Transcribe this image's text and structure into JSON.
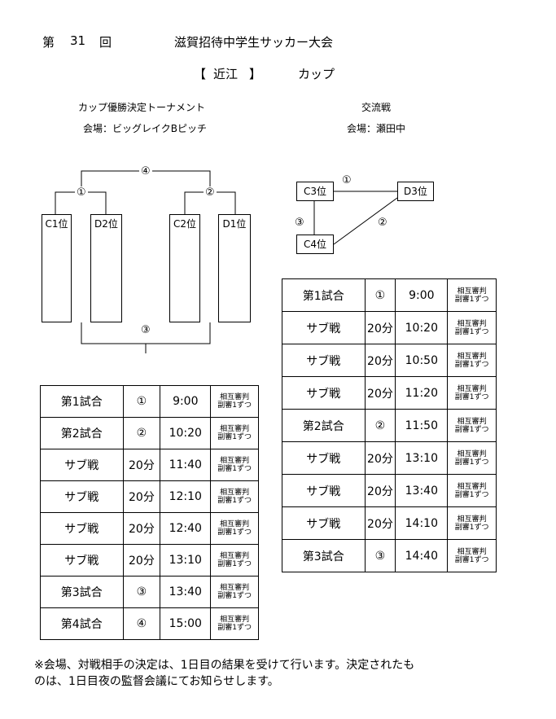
{
  "header": {
    "edition_prefix": "第",
    "edition_number": "31",
    "edition_suffix": "回",
    "event_title": "滋賀招待中学生サッカー大会",
    "group_open": "【",
    "group_name": "近江",
    "group_close": "】",
    "cup_label": "カップ"
  },
  "tournament": {
    "title": "カップ優勝決定トーナメント",
    "venue": "会場：ビッグレイクBピッチ",
    "teams": [
      "C1位",
      "D2位",
      "C2位",
      "D1位"
    ],
    "match_marks": {
      "m1": "①",
      "m2": "②",
      "m3": "③",
      "m4": "④"
    }
  },
  "exchange": {
    "title": "交流戦",
    "venue": "会場：瀬田中",
    "teams": {
      "c3": "C3位",
      "d3": "D3位",
      "c4": "C4位"
    },
    "match_marks": {
      "m1": "①",
      "m2": "②",
      "m3": "③"
    }
  },
  "left_schedule": [
    {
      "name": "第1試合",
      "mark": "①",
      "time": "9:00",
      "ref1": "相互審判",
      "ref2": "副審1ずつ"
    },
    {
      "name": "第2試合",
      "mark": "②",
      "time": "10:20",
      "ref1": "相互審判",
      "ref2": "副審1ずつ"
    },
    {
      "name": "サブ戦",
      "mark": "20分",
      "time": "11:40",
      "ref1": "相互審判",
      "ref2": "副審1ずつ"
    },
    {
      "name": "サブ戦",
      "mark": "20分",
      "time": "12:10",
      "ref1": "相互審判",
      "ref2": "副審1ずつ"
    },
    {
      "name": "サブ戦",
      "mark": "20分",
      "time": "12:40",
      "ref1": "相互審判",
      "ref2": "副審1ずつ"
    },
    {
      "name": "サブ戦",
      "mark": "20分",
      "time": "13:10",
      "ref1": "相互審判",
      "ref2": "副審1ずつ"
    },
    {
      "name": "第3試合",
      "mark": "③",
      "time": "13:40",
      "ref1": "相互審判",
      "ref2": "副審1ずつ"
    },
    {
      "name": "第4試合",
      "mark": "④",
      "time": "15:00",
      "ref1": "相互審判",
      "ref2": "副審1ずつ"
    }
  ],
  "right_schedule": [
    {
      "name": "第1試合",
      "mark": "①",
      "time": "9:00",
      "ref1": "相互審判",
      "ref2": "副審1ずつ"
    },
    {
      "name": "サブ戦",
      "mark": "20分",
      "time": "10:20",
      "ref1": "相互審判",
      "ref2": "副審1ずつ"
    },
    {
      "name": "サブ戦",
      "mark": "20分",
      "time": "10:50",
      "ref1": "相互審判",
      "ref2": "副審1ずつ"
    },
    {
      "name": "サブ戦",
      "mark": "20分",
      "time": "11:20",
      "ref1": "相互審判",
      "ref2": "副審1ずつ"
    },
    {
      "name": "第2試合",
      "mark": "②",
      "time": "11:50",
      "ref1": "相互審判",
      "ref2": "副審1ずつ"
    },
    {
      "name": "サブ戦",
      "mark": "20分",
      "time": "13:10",
      "ref1": "相互審判",
      "ref2": "副審1ずつ"
    },
    {
      "name": "サブ戦",
      "mark": "20分",
      "time": "13:40",
      "ref1": "相互審判",
      "ref2": "副審1ずつ"
    },
    {
      "name": "サブ戦",
      "mark": "20分",
      "time": "14:10",
      "ref1": "相互審判",
      "ref2": "副審1ずつ"
    },
    {
      "name": "第3試合",
      "mark": "③",
      "time": "14:40",
      "ref1": "相互審判",
      "ref2": "副審1ずつ"
    }
  ],
  "footer": {
    "line1": "※会場、対戦相手の決定は、1日目の結果を受けて行います。決定されたも",
    "line2": "のは、1日目夜の監督会議にてお知らせします。"
  }
}
